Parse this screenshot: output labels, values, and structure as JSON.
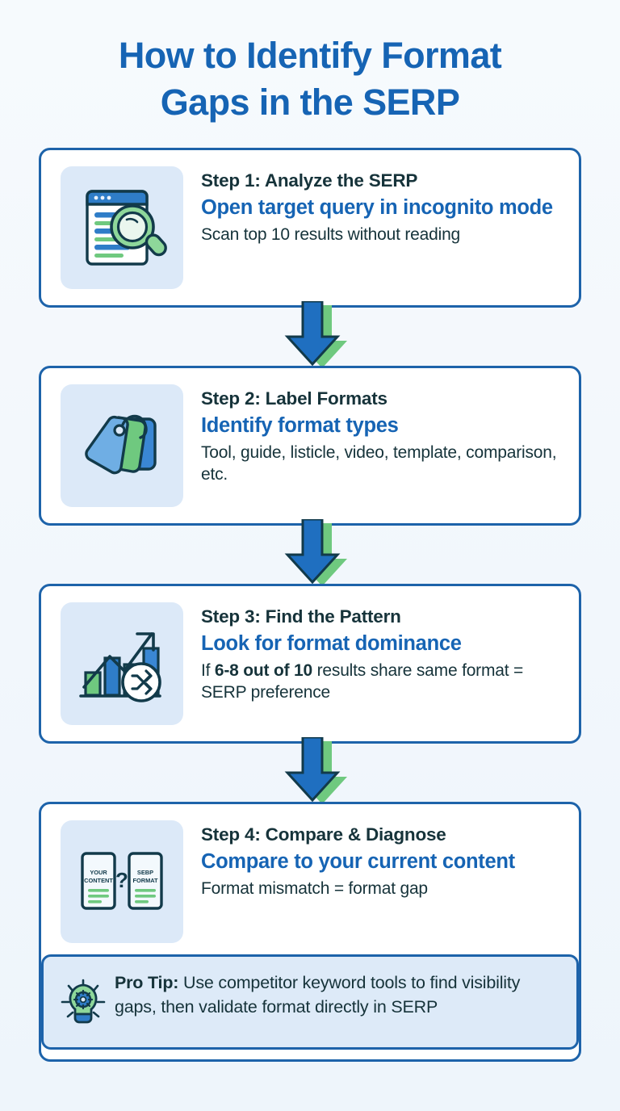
{
  "title": {
    "line1": "How to Identify Format",
    "line2": "Gaps in the SERP"
  },
  "colors": {
    "background": "#f4f8fc",
    "accent_blue": "#1664b4",
    "border_blue": "#1d63aa",
    "dark_text": "#16333a",
    "icon_tile": "#dce9f8",
    "green": "#6fc97f",
    "arrow_blue": "#1f6fc0",
    "arrow_shadow_green": "#6fc97f",
    "protip_fill": "#ddeaf8"
  },
  "steps": [
    {
      "icon": "search-results-magnifier-icon",
      "heading": "Step 1: Analyze the SERP",
      "accent": "Open target query in incognito mode",
      "body": "Scan top 10 results without reading"
    },
    {
      "icon": "price-tags-icon",
      "heading": "Step 2: Label Formats",
      "accent": "Identify format types",
      "body": "Tool, guide, listicle, video, template, comparison, etc."
    },
    {
      "icon": "bar-chart-trend-shuffle-icon",
      "heading": "Step 3: Find the Pattern",
      "accent": "Look for format dominance",
      "body_before": "If ",
      "body_bold": "6-8 out of 10",
      "body_after": " results share same format = SERP preference"
    },
    {
      "icon": "compare-documents-icon",
      "heading": "Step 4: Compare & Diagnose",
      "accent": "Compare to your current content",
      "body": "Format mismatch = format gap"
    }
  ],
  "compare_icon": {
    "left_line1": "YOUR",
    "left_line2": "CONTENT",
    "separator": "?",
    "right_line1": "SEBP",
    "right_line2": "FORMAT"
  },
  "protip": {
    "icon": "lightbulb-gear-icon",
    "label": "Pro Tip:",
    "text": " Use competitor keyword tools to find visibility gaps, then validate format directly in SERP"
  }
}
